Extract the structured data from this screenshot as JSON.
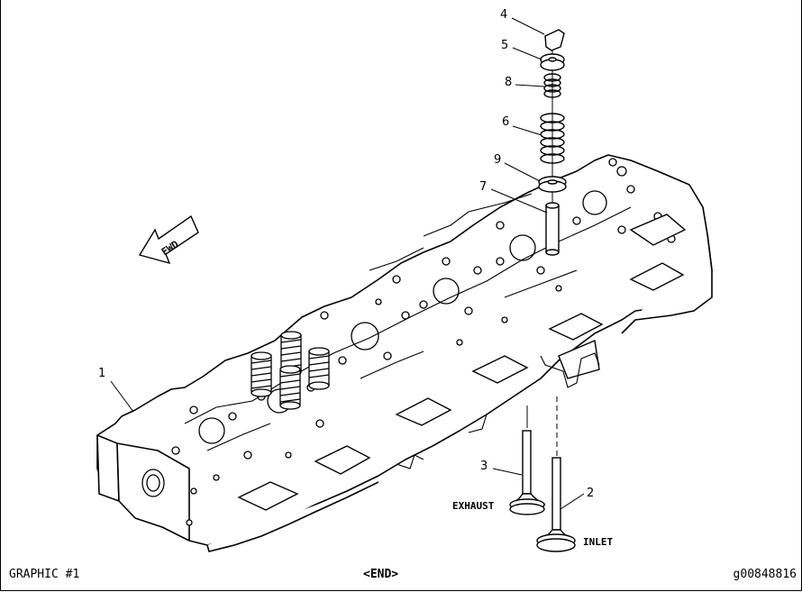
{
  "callouts": {
    "c1": "1",
    "c2": "2",
    "c3": "3",
    "c4": "4",
    "c5": "5",
    "c6": "6",
    "c7": "7",
    "c8": "8",
    "c9": "9"
  },
  "captions": {
    "fwd": "FWD",
    "exhaust": "EXHAUST",
    "inlet": "INLET"
  },
  "footer": {
    "left": "GRAPHIC #1",
    "center": "<END>",
    "right": "g00848816"
  }
}
